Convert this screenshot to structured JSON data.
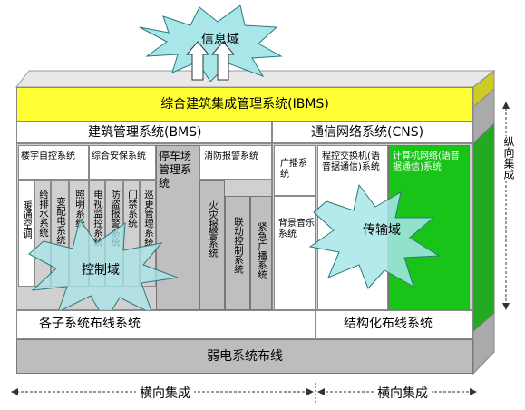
{
  "top": {
    "info_domain": "信息域",
    "ibms": "综合建筑集成管理系统(IBMS)"
  },
  "bms": {
    "title": "建筑管理系统(BMS)",
    "building_auto": "楼宇自控系统",
    "security": "综合安保系统",
    "parking": "停车场管理系统",
    "fire": "消防报警系统",
    "hvac": "暖通空调",
    "water": "给排水系统",
    "power": "变配电系统",
    "lighting": "照明系统",
    "tv": "电视监控系统",
    "burglar": "防盗报警系统",
    "access": "门禁系统",
    "patrol": "巡更管理系统",
    "fire_alarm": "火灾报警系统",
    "linkage": "联动控制系统",
    "emergency": "紧急广播系统",
    "control_domain": "控制域"
  },
  "cns": {
    "title": "通信网络系统(CNS)",
    "broadcast": "广播系统",
    "bgm": "背景音乐系统",
    "pbx": "程控交换机(语音据通信)系统",
    "computer": "计算机网络(语音据通信)系统",
    "transport_domain": "传输域"
  },
  "right_label": "纵向集成",
  "cabling": {
    "generic": "各子系统布线系统",
    "structured": "结构化布线系统",
    "weak": "弱电系统布线"
  },
  "bottom": {
    "left": "横向集成",
    "right": "横向集成"
  },
  "colors": {
    "ibms": "#ffff33",
    "computer": "#19c419",
    "star": "#a8e6ea"
  }
}
